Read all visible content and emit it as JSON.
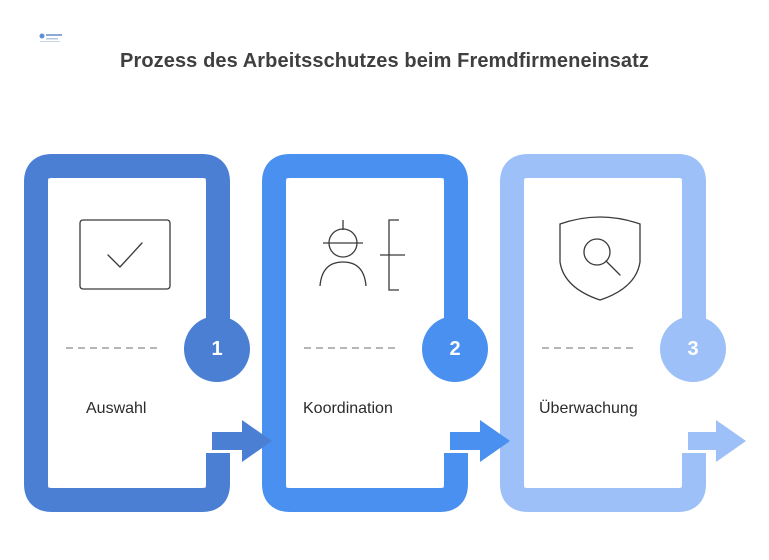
{
  "title": "Prozess des Arbeitsschutzes beim Fremdfirmeneinsatz",
  "steps": [
    {
      "number": "1",
      "label": "Auswahl",
      "color": "#4a7fd4",
      "icon": "checkbox-icon"
    },
    {
      "number": "2",
      "label": "Koordination",
      "color": "#4a90f0",
      "icon": "worker-clipboard-icon"
    },
    {
      "number": "3",
      "label": "Überwachung",
      "color": "#9cc0f7",
      "icon": "shield-search-icon"
    }
  ],
  "logo": {
    "icon": "company-logo-icon"
  }
}
